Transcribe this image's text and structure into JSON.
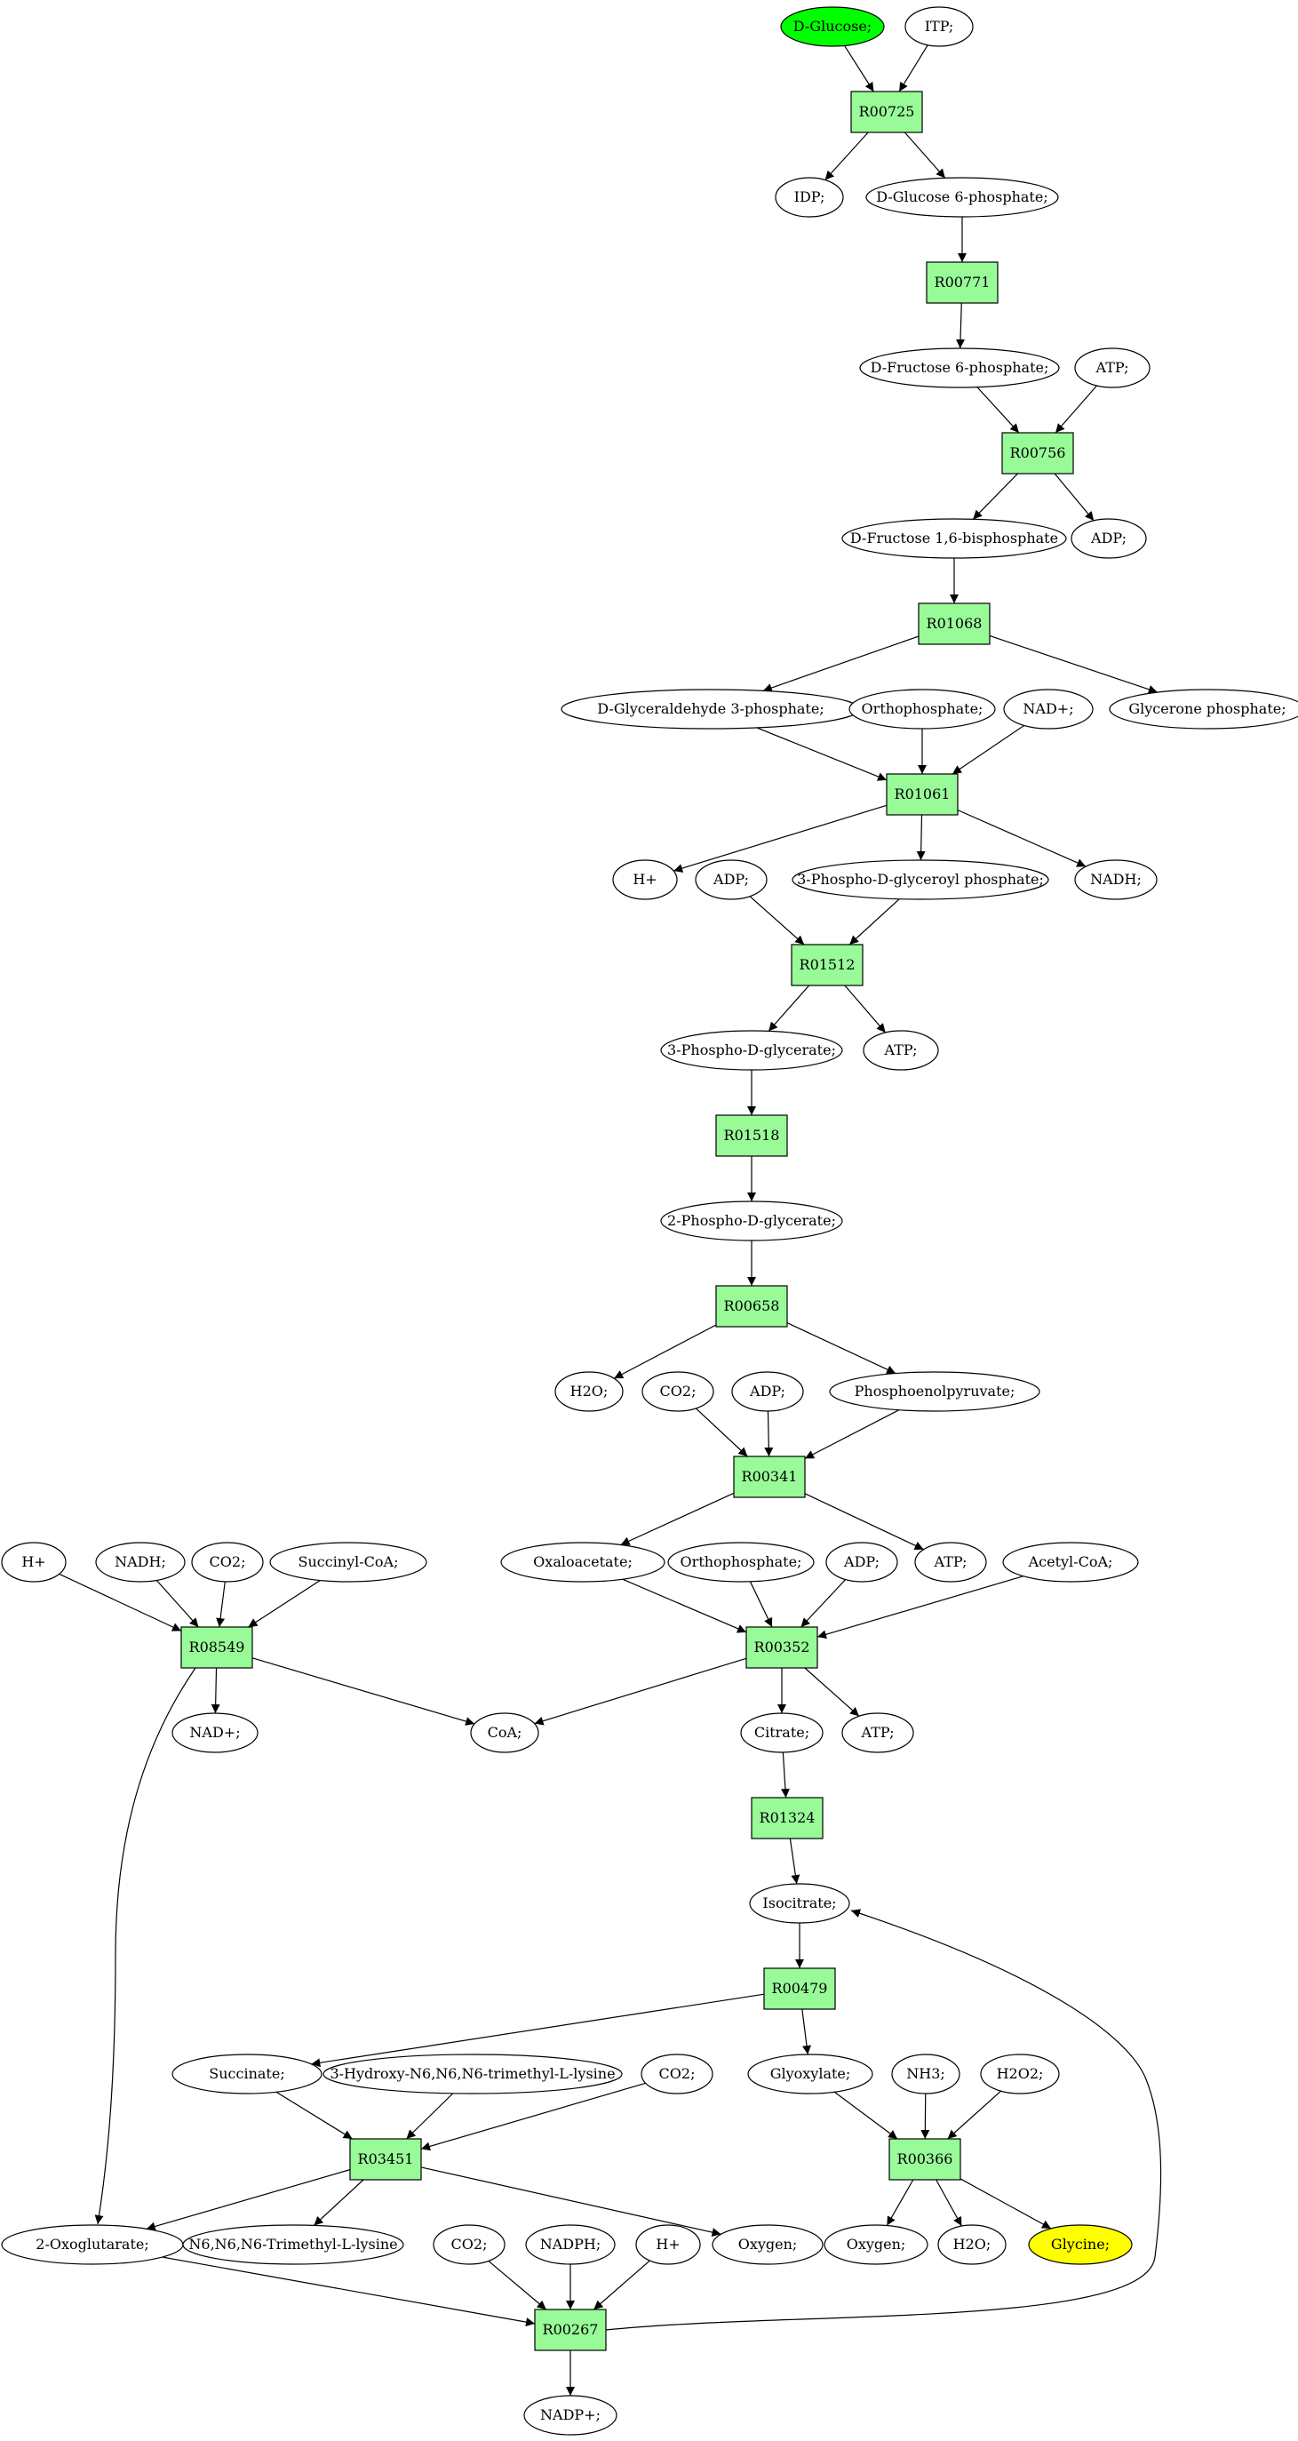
{
  "colors": {
    "reaction_fill": "#98fb98",
    "compound_fill": "#ffffff",
    "start_fill": "#00ff00",
    "end_fill": "#ffff00",
    "stroke": "#000000"
  },
  "compounds": {
    "glucose": "D-Glucose;",
    "itp": "ITP;",
    "idp": "IDP;",
    "g6p": "D-Glucose 6-phosphate;",
    "f6p": "D-Fructose 6-phosphate;",
    "atp1": "ATP;",
    "f16bp": "D-Fructose 1,6-bisphosphate",
    "adp1": "ADP;",
    "gap": "D-Glyceraldehyde 3-phosphate;",
    "pi1": "Orthophosphate;",
    "nad1": "NAD+;",
    "dhap": "Glycerone phosphate;",
    "h1": "H+",
    "adp2": "ADP;",
    "bpg": "3-Phospho-D-glyceroyl phosphate;",
    "nadh1": "NADH;",
    "pg3": "3-Phospho-D-glycerate;",
    "atp2": "ATP;",
    "pg2": "2-Phospho-D-glycerate;",
    "h2o1": "H2O;",
    "co2a": "CO2;",
    "adp3": "ADP;",
    "pep": "Phosphoenolpyruvate;",
    "h2": "H+",
    "nadh2": "NADH;",
    "co2b": "CO2;",
    "succoa": "Succinyl-CoA;",
    "oaa": "Oxaloacetate;",
    "pi2": "Orthophosphate;",
    "adp4": "ADP;",
    "atp3": "ATP;",
    "accoa": "Acetyl-CoA;",
    "nad2": "NAD+;",
    "coa": "CoA;",
    "citrate": "Citrate;",
    "atp4": "ATP;",
    "isocitrate": "Isocitrate;",
    "succinate": "Succinate;",
    "hydroxy": "3-Hydroxy-N6,N6,N6-trimethyl-L-lysine",
    "co2c": "CO2;",
    "glyoxylate": "Glyoxylate;",
    "nh3": "NH3;",
    "h2o2": "H2O2;",
    "oxoglut": "2-Oxoglutarate;",
    "tml": "N6,N6,N6-Trimethyl-L-lysine",
    "oxygen1": "Oxygen;",
    "oxygen2": "Oxygen;",
    "h2o2b": "H2O;",
    "glycine": "Glycine;",
    "co2d": "CO2;",
    "nadph": "NADPH;",
    "h3": "H+",
    "nadp": "NADP+;"
  },
  "reactions": {
    "r00725": "R00725",
    "r00771": "R00771",
    "r00756": "R00756",
    "r01068": "R01068",
    "r01061": "R01061",
    "r01512": "R01512",
    "r01518": "R01518",
    "r00658": "R00658",
    "r00341": "R00341",
    "r08549": "R08549",
    "r00352": "R00352",
    "r01324": "R01324",
    "r00479": "R00479",
    "r03451": "R03451",
    "r00366": "R00366",
    "r00267": "R00267"
  }
}
